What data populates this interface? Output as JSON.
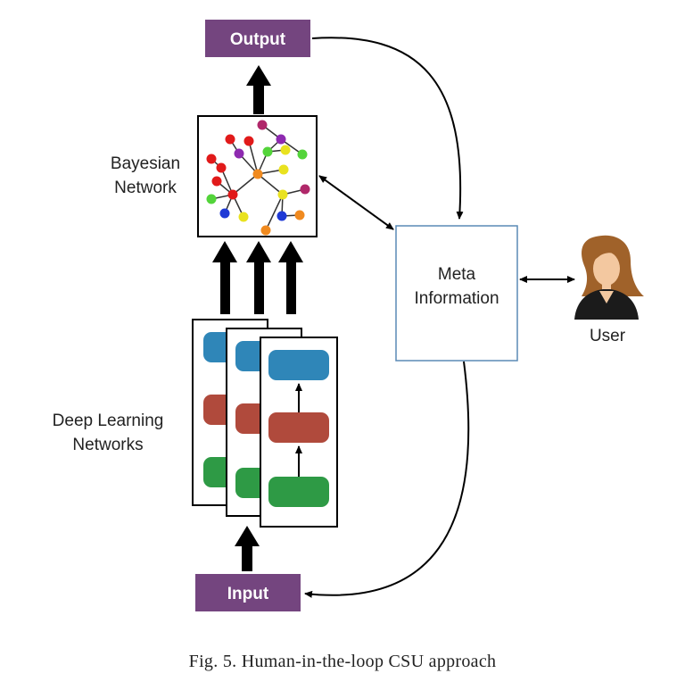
{
  "nodes": {
    "output": "Output",
    "input": "Input",
    "bayesian": [
      "Bayesian",
      "Network"
    ],
    "deep_learning": [
      "Deep Learning",
      "Networks"
    ],
    "meta": [
      "Meta",
      "Information"
    ],
    "user": "User"
  },
  "caption": "Fig. 5.   Human-in-the-loop CSU approach",
  "colors": {
    "purple_box": "#74457f",
    "blue_block": "#2f86b8",
    "red_block": "#b04a3c",
    "green_block": "#2e9a45",
    "meta_border": "#5a8ab6",
    "user_hair": "#a0622a",
    "user_skin": "#f3c8a0"
  },
  "bn_node_colors": [
    "#e11a1a",
    "#8e2ab0",
    "#e9e21f",
    "#53d43a",
    "#f08a1f",
    "#1f3ad6",
    "#b0286a"
  ]
}
